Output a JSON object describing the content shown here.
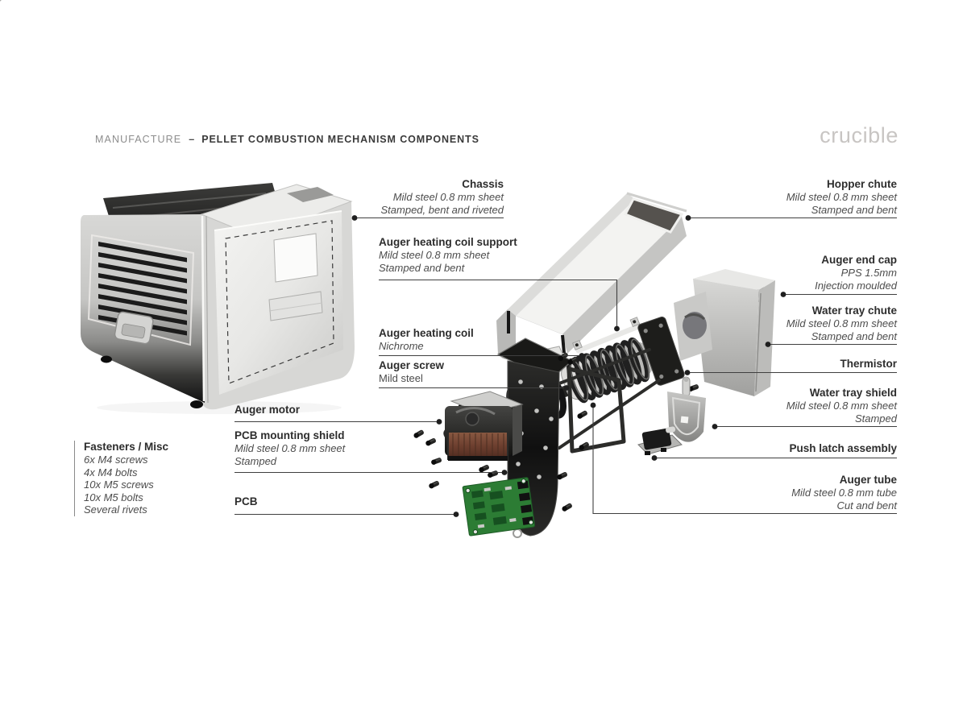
{
  "header": {
    "eyebrow": "MANUFACTURE",
    "separator": "–",
    "title": "PELLET COMBUSTION MECHANISM COMPONENTS",
    "brand": "crucible"
  },
  "callouts": [
    {
      "id": "chassis",
      "title": "Chassis",
      "details": [
        "Mild steel 0.8 mm sheet",
        "Stamped, bent and riveted"
      ]
    },
    {
      "id": "hopper-chute",
      "title": "Hopper chute",
      "details": [
        "Mild steel 0.8 mm sheet",
        "Stamped and bent"
      ]
    },
    {
      "id": "auger-heating-coil-support",
      "title": "Auger heating coil support",
      "details": [
        "Mild steel 0.8 mm sheet",
        "Stamped and bent"
      ]
    },
    {
      "id": "auger-heating-coil",
      "title": "Auger heating coil",
      "details": [
        "Nichrome"
      ]
    },
    {
      "id": "auger-screw",
      "title": "Auger screw",
      "details": [
        "Mild steel"
      ]
    },
    {
      "id": "auger-end-cap",
      "title": "Auger end cap",
      "details": [
        "PPS 1.5mm",
        "Injection moulded"
      ]
    },
    {
      "id": "water-tray-chute",
      "title": "Water tray chute",
      "details": [
        "Mild steel 0.8 mm sheet",
        "Stamped and bent"
      ]
    },
    {
      "id": "thermistor",
      "title": "Thermistor",
      "details": []
    },
    {
      "id": "auger-motor",
      "title": "Auger motor",
      "details": []
    },
    {
      "id": "pcb-mounting-shield",
      "title": "PCB mounting shield",
      "details": [
        "Mild steel 0.8 mm sheet",
        "Stamped"
      ]
    },
    {
      "id": "water-tray-shield",
      "title": "Water tray shield",
      "details": [
        "Mild steel 0.8 mm sheet",
        "Stamped"
      ]
    },
    {
      "id": "push-latch-assembly",
      "title": "Push latch assembly",
      "details": []
    },
    {
      "id": "pcb",
      "title": "PCB",
      "details": []
    },
    {
      "id": "auger-tube",
      "title": "Auger tube",
      "details": [
        "Mild steel 0.8 mm tube",
        "Cut and bent"
      ]
    }
  ],
  "fasteners": {
    "title": "Fasteners / Misc",
    "items": [
      "6x M4 screws",
      "4x M4 bolts",
      "10x M5 screws",
      "10x M5 bolts",
      "Several rivets"
    ]
  },
  "colors": {
    "background": "#ffffff",
    "label_text": "#2d2d2d",
    "detail_text": "#4c4c4c",
    "eyebrow_text": "#8d8d8d",
    "brand_text": "#c8c5c3",
    "callout_line": "#3f3f3f",
    "pcb_green": "#2c7c34"
  }
}
